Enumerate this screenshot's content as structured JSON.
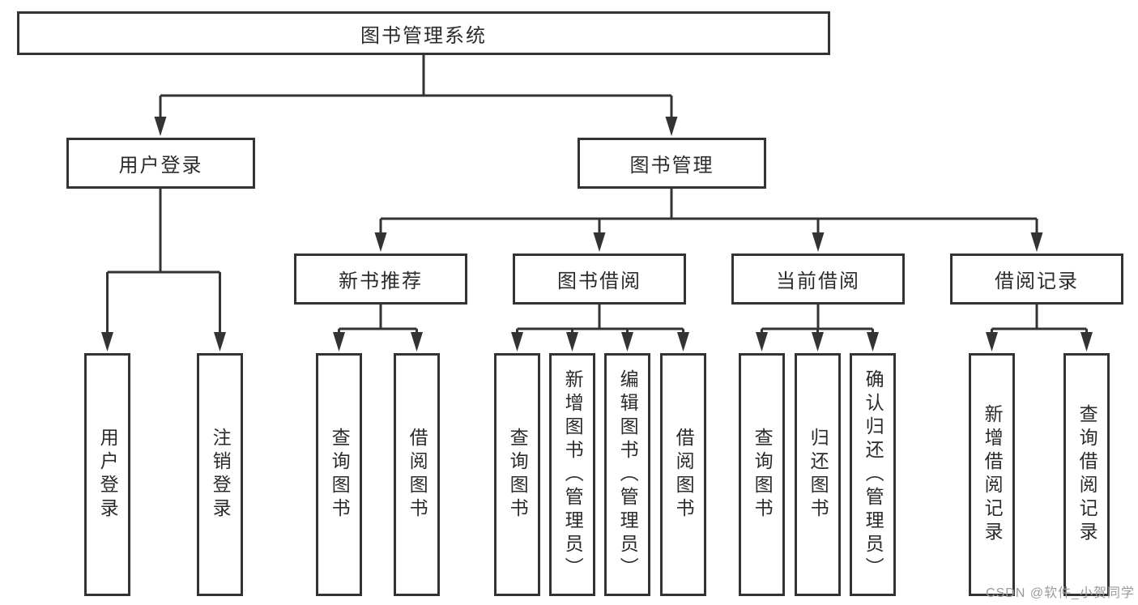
{
  "diagram_type": "hierarchy-tree",
  "root": {
    "label": "图书管理系统",
    "children": [
      {
        "label": "用户登录",
        "children": [
          {
            "label": "用户登录"
          },
          {
            "label": "注销登录"
          }
        ]
      },
      {
        "label": "图书管理",
        "children": [
          {
            "label": "新书推荐",
            "children": [
              {
                "label": "查询图书"
              },
              {
                "label": "借阅图书"
              }
            ]
          },
          {
            "label": "图书借阅",
            "children": [
              {
                "label": "查询图书"
              },
              {
                "label": "新增图书（管理员）"
              },
              {
                "label": "编辑图书（管理员）"
              },
              {
                "label": "借阅图书"
              }
            ]
          },
          {
            "label": "当前借阅",
            "children": [
              {
                "label": "查询图书"
              },
              {
                "label": "归还图书"
              },
              {
                "label": "确认归还（管理员）"
              }
            ]
          },
          {
            "label": "借阅记录",
            "children": [
              {
                "label": "新增借阅记录"
              },
              {
                "label": "查询借阅记录"
              }
            ]
          }
        ]
      }
    ]
  },
  "watermark": "CSDN @软件_小贺同学",
  "colors": {
    "line": "#333333",
    "box_background": "#ffffff",
    "text": "#2b2b2b",
    "watermark": "#9b9b9d"
  }
}
